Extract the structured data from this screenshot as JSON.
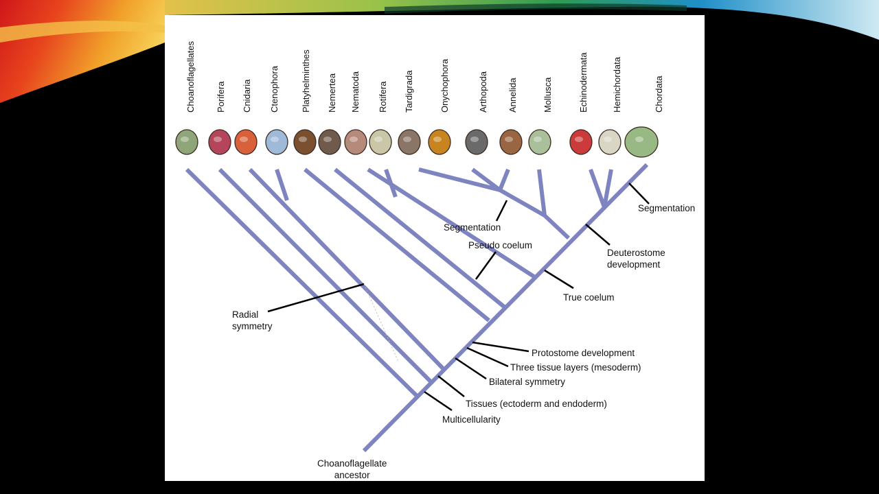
{
  "slide": {
    "background": "#000000",
    "accent_colors": [
      "#d81f1f",
      "#f0a020",
      "#7cbf3f",
      "#2a9ad0",
      "#cfe6ef"
    ]
  },
  "diagram": {
    "taxa": [
      {
        "label": "Choanoflagellates",
        "icon": "choanoflagellate-icon",
        "color": "#8fa57a"
      },
      {
        "label": "Porifera",
        "icon": "sponge-icon",
        "color": "#b5455a"
      },
      {
        "label": "Cnidaria",
        "icon": "sea-anemone-icon",
        "color": "#d8603a"
      },
      {
        "label": "Ctenophora",
        "icon": "comb-jelly-icon",
        "color": "#9fb9d8"
      },
      {
        "label": "Platyhelminthes",
        "icon": "flatworm-icon",
        "color": "#7a5030"
      },
      {
        "label": "Nemertea",
        "icon": "ribbon-worm-icon",
        "color": "#6f5a4c"
      },
      {
        "label": "Nematoda",
        "icon": "roundworm-icon",
        "color": "#b58a7a"
      },
      {
        "label": "Rotifera",
        "icon": "rotifer-icon",
        "color": "#c9c7a8"
      },
      {
        "label": "Tardigrada",
        "icon": "tardigrade-icon",
        "color": "#8a7566"
      },
      {
        "label": "Onychophora",
        "icon": "velvet-worm-icon",
        "color": "#c8841e"
      },
      {
        "label": "Arthopoda",
        "icon": "crab-icon",
        "color": "#6a6a6a"
      },
      {
        "label": "Annelida",
        "icon": "segmented-worm-icon",
        "color": "#9a6542"
      },
      {
        "label": "Mollusca",
        "icon": "snail-icon",
        "color": "#a9c09a"
      },
      {
        "label": "Echinodermata",
        "icon": "starfish-icon",
        "color": "#cc3b3b"
      },
      {
        "label": "Hemichordata",
        "icon": "acorn-worm-icon",
        "color": "#d9d6c6"
      },
      {
        "label": "Chordata",
        "icon": "frog-icon",
        "color": "#98b884"
      }
    ],
    "annotations": {
      "segmentation_left": "Segmentation",
      "segmentation_right": "Segmentation",
      "pseudo_coelum": "Pseudo coelum",
      "deuterostome": "Deuterostome\ndevelopment",
      "true_coelum": "True coelum",
      "radial_symmetry": "Radial\nsymmetry",
      "protostome": "Protostome development",
      "three_tissue": "Three tissue layers (mesoderm)",
      "bilateral": "Bilateral symmetry",
      "tissues": "Tissues (ectoderm and endoderm)",
      "multicellularity": "Multicellularity",
      "ancestor": "Choanoflagellate\nancestor"
    },
    "branch_color": "#7e84c0"
  }
}
